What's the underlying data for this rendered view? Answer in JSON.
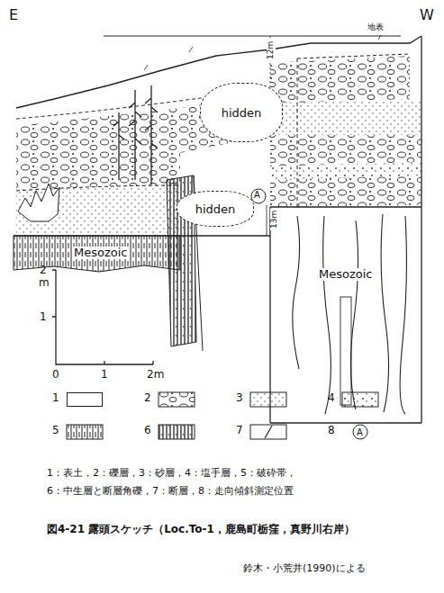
{
  "diagram": {
    "caption": "図4-21 露頭スケッチ（Loc.To-1，鹿島町栃窪，真野川右岸）",
    "nodes": [
      {
        "text": [
          "hidden"
        ]
      },
      {
        "text": [
          "hidden"
        ]
      }
    ],
    "labels": [
      "E",
      "W",
      "地表",
      "12m",
      "A",
      "13m",
      "Mesozoic",
      "Mesozoic",
      "2",
      "m",
      "1",
      "0",
      "1",
      "2m",
      "A",
      "1：表土，2：礫層，3：砂層，4：塩手層，5：破砕帯，",
      "6：中生層と断層角礫，7：断層，8：走向傾斜測定位置",
      "鈴木・小荒井(1990)による"
    ],
    "legend": [
      {
        "text": "1",
        "color": "#ffffff"
      },
      {
        "text": "2"
      },
      {
        "text": "3"
      },
      {
        "text": "4"
      },
      {
        "text": "5"
      },
      {
        "text": "6"
      },
      {
        "text": "7"
      },
      {
        "text": "8"
      }
    ]
  }
}
